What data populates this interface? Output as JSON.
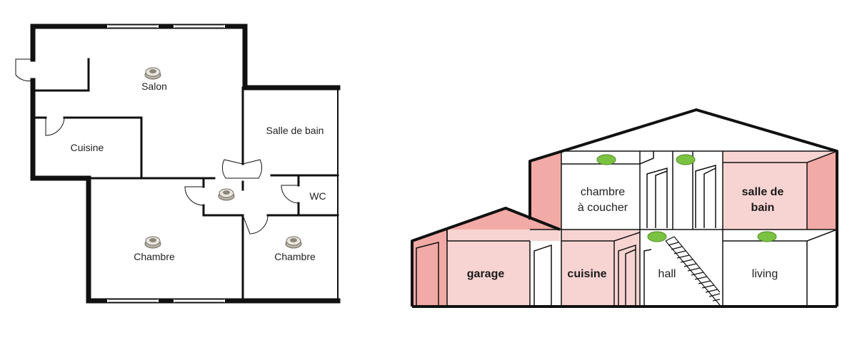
{
  "floor_plan": {
    "rooms": {
      "salon": "Salon",
      "cuisine": "Cuisine",
      "salle_de_bain": "Salle de bain",
      "wc": "WC",
      "chambre_1": "Chambre",
      "chambre_2": "Chambre"
    },
    "detector_icon": "smoke-detector-icon"
  },
  "house_section": {
    "rooms": {
      "chambre_line1": "chambre",
      "chambre_line2": "à coucher",
      "sdb_line1": "salle de",
      "sdb_line2": "bain",
      "garage": "garage",
      "cuisine": "cuisine",
      "hall": "hall",
      "living": "living"
    },
    "detector_icon": "smoke-detector-icon",
    "colors": {
      "highlight": "#f7d4d2",
      "highlight_dark": "#f2aaa6",
      "detector": "#7cc242",
      "line": "#111111"
    }
  }
}
